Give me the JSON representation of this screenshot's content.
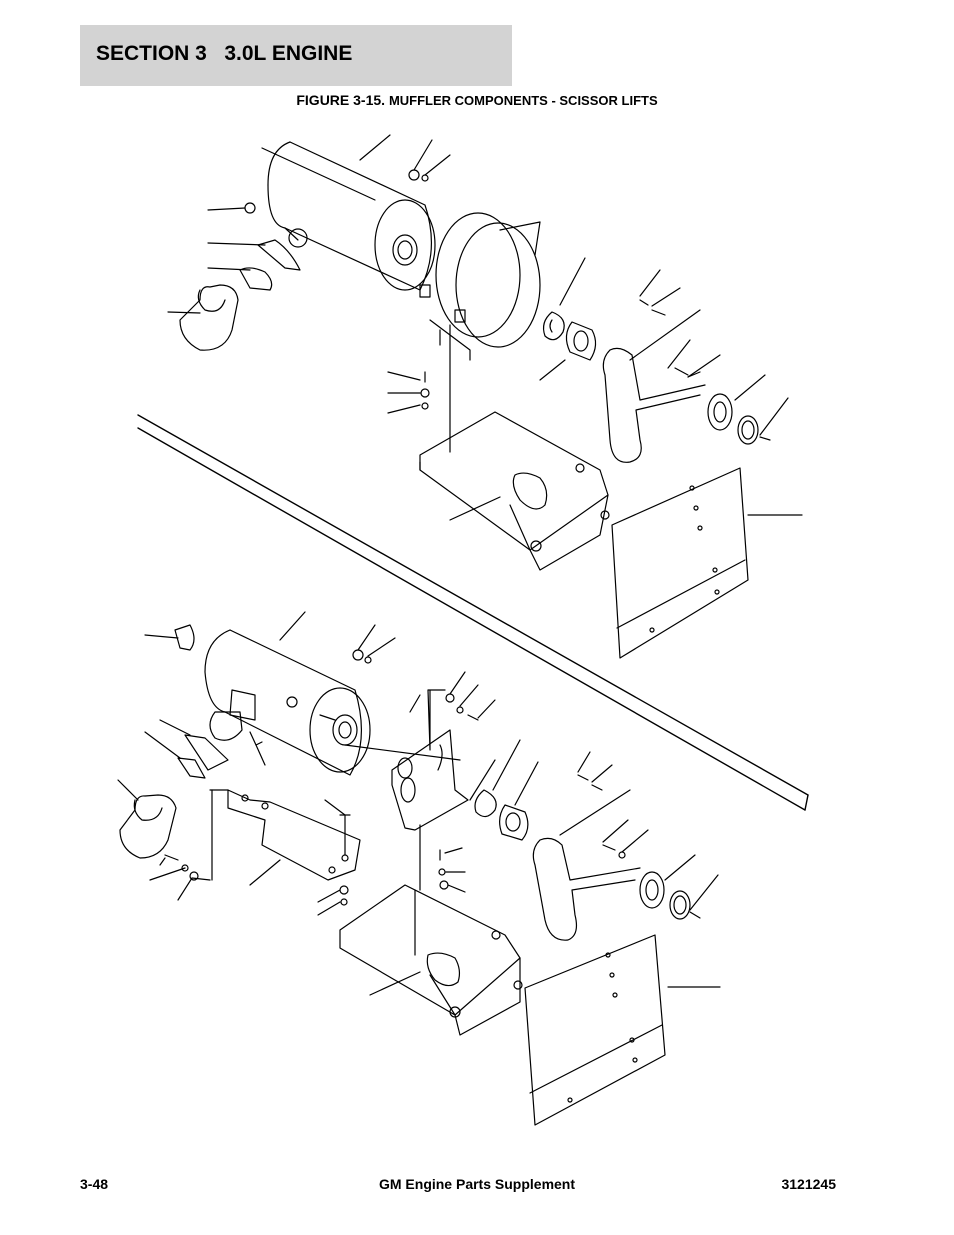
{
  "header": {
    "section_title": "SECTION 3   3.0L ENGINE"
  },
  "figure": {
    "number": "FIGURE 3-15.",
    "title": "MUFFLER COMPONENTS - SCISSOR LIFTS"
  },
  "footer": {
    "page_number": "3-48",
    "document_title": "GM Engine Parts Supplement",
    "document_number": "3121245"
  },
  "colors": {
    "banner_gray": "#d3d3d3",
    "ink": "#000000"
  }
}
